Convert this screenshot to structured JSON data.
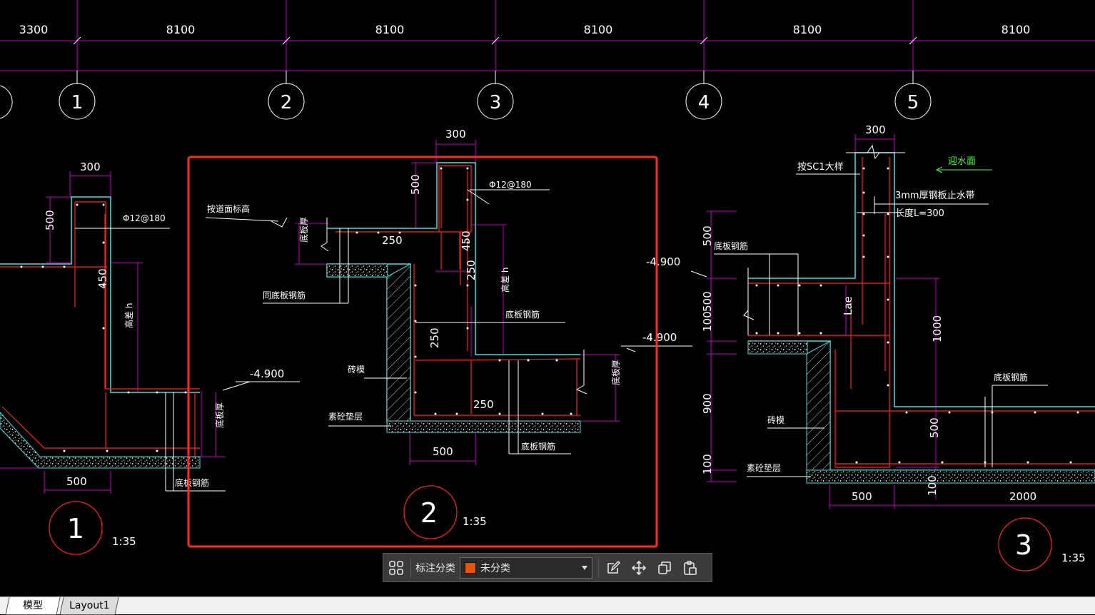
{
  "grid": {
    "dimensions": [
      "3300",
      "8100",
      "8100",
      "8100",
      "8100",
      "8100"
    ],
    "axis_labels": [
      "1",
      "2",
      "3",
      "4",
      "5"
    ]
  },
  "detail1": {
    "dims": [
      "300",
      "500",
      "450",
      "500"
    ],
    "rebar": "Φ12@180",
    "height_diff": "高差 h",
    "elevation": "-4.900",
    "slab_thickness": "底板厚",
    "bottom_rebar": "底板钢筋",
    "number": "1",
    "scale": "1:35"
  },
  "detail2": {
    "dims": [
      "300",
      "500",
      "250",
      "450",
      "250",
      "250",
      "250",
      "500"
    ],
    "rebar": "Φ12@180",
    "slope_elev": "按道面标高",
    "slab_thickness": "底板厚",
    "same_rebar": "同底板钢筋",
    "height_diff": "高差 h",
    "bottom_rebar_1": "底板钢筋",
    "elevation_1": "-4.900",
    "elevation_2": "-4.900",
    "brick_mold": "砖模",
    "cushion": "素砼垫层",
    "slab_thickness_2": "底板厚",
    "bottom_rebar_2": "底板钢筋",
    "number": "2",
    "scale": "1:35"
  },
  "detail3": {
    "dims_top": "300",
    "sc1": "按SC1大样",
    "water_side": "迎水面",
    "waterstop": "3mm厚钢板止水带",
    "length": "长度L=300",
    "bottom_rebar_1": "底板钢筋",
    "lae": "Lae",
    "dims_left": [
      "500",
      "100",
      "500",
      "900",
      "100"
    ],
    "dims_right": [
      "1000",
      "500",
      "100"
    ],
    "bottom_rebar_2": "底板钢筋",
    "brick_mold": "砖模",
    "cushion": "素砼垫层",
    "dims_bottom": [
      "500",
      "2000"
    ],
    "elevation": "-4.900",
    "number": "3",
    "scale": "1:35"
  },
  "toolbar": {
    "label": "标注分类",
    "category_value": "未分类",
    "category_color": "#e8520a"
  },
  "tabs": [
    "模型",
    "Layout1"
  ],
  "colors": {
    "grid_line": "#c000c0",
    "dimension": "#ffffff",
    "rebar": "#ff2020",
    "concrete_edge": "#40e0e0",
    "highlight_box": "#ff2a2a",
    "note_green": "#30ff30"
  }
}
